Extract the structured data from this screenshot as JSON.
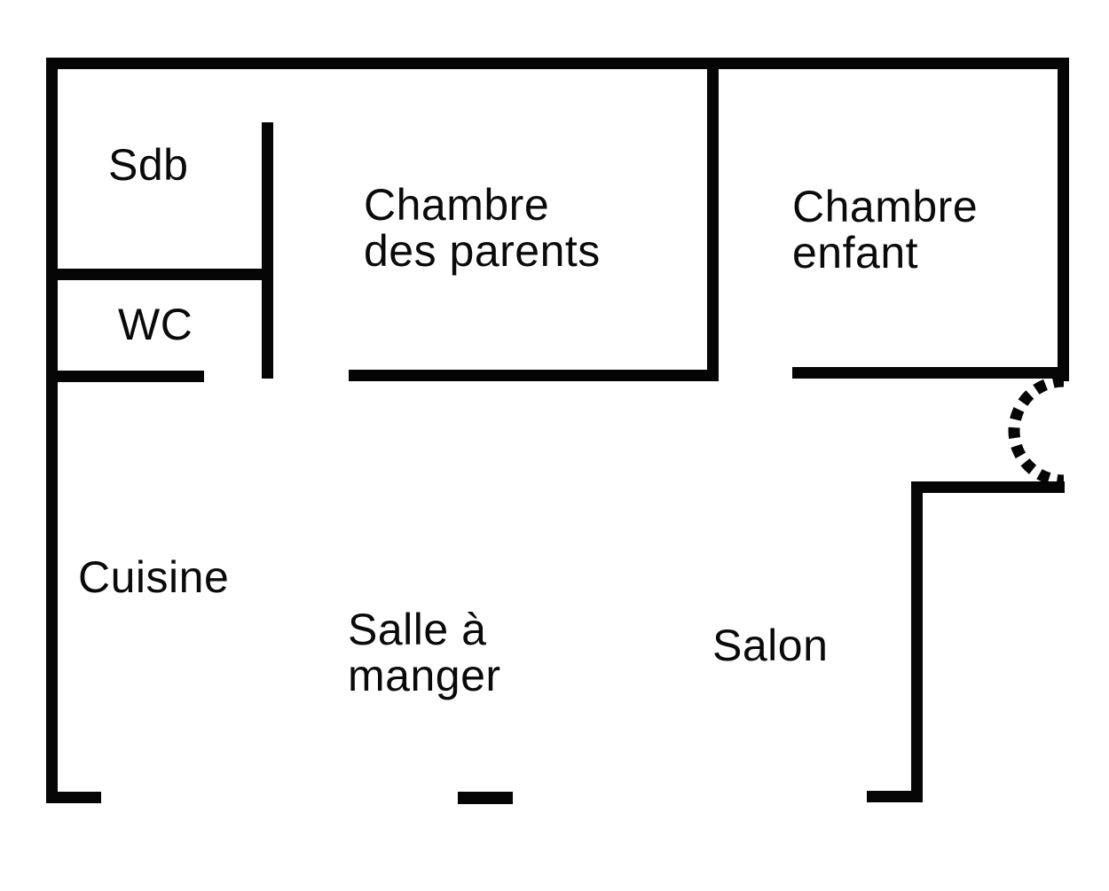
{
  "plan": {
    "type": "apartment-floor-plan",
    "rooms": {
      "sdb": {
        "label": "Sdb"
      },
      "wc": {
        "label": "WC"
      },
      "chambre_parents": {
        "label": "Chambre\ndes parents"
      },
      "chambre_enfant": {
        "label": "Chambre\nenfant"
      },
      "cuisine": {
        "label": "Cuisine"
      },
      "salle_a_manger": {
        "label": "Salle à\nmanger"
      },
      "salon": {
        "label": "Salon"
      }
    },
    "icons": {
      "door_swing": "door-swing-arc-dashed"
    },
    "colors": {
      "wall": "#050505",
      "text": "#0a0a0a",
      "background": "#ffffff"
    }
  }
}
